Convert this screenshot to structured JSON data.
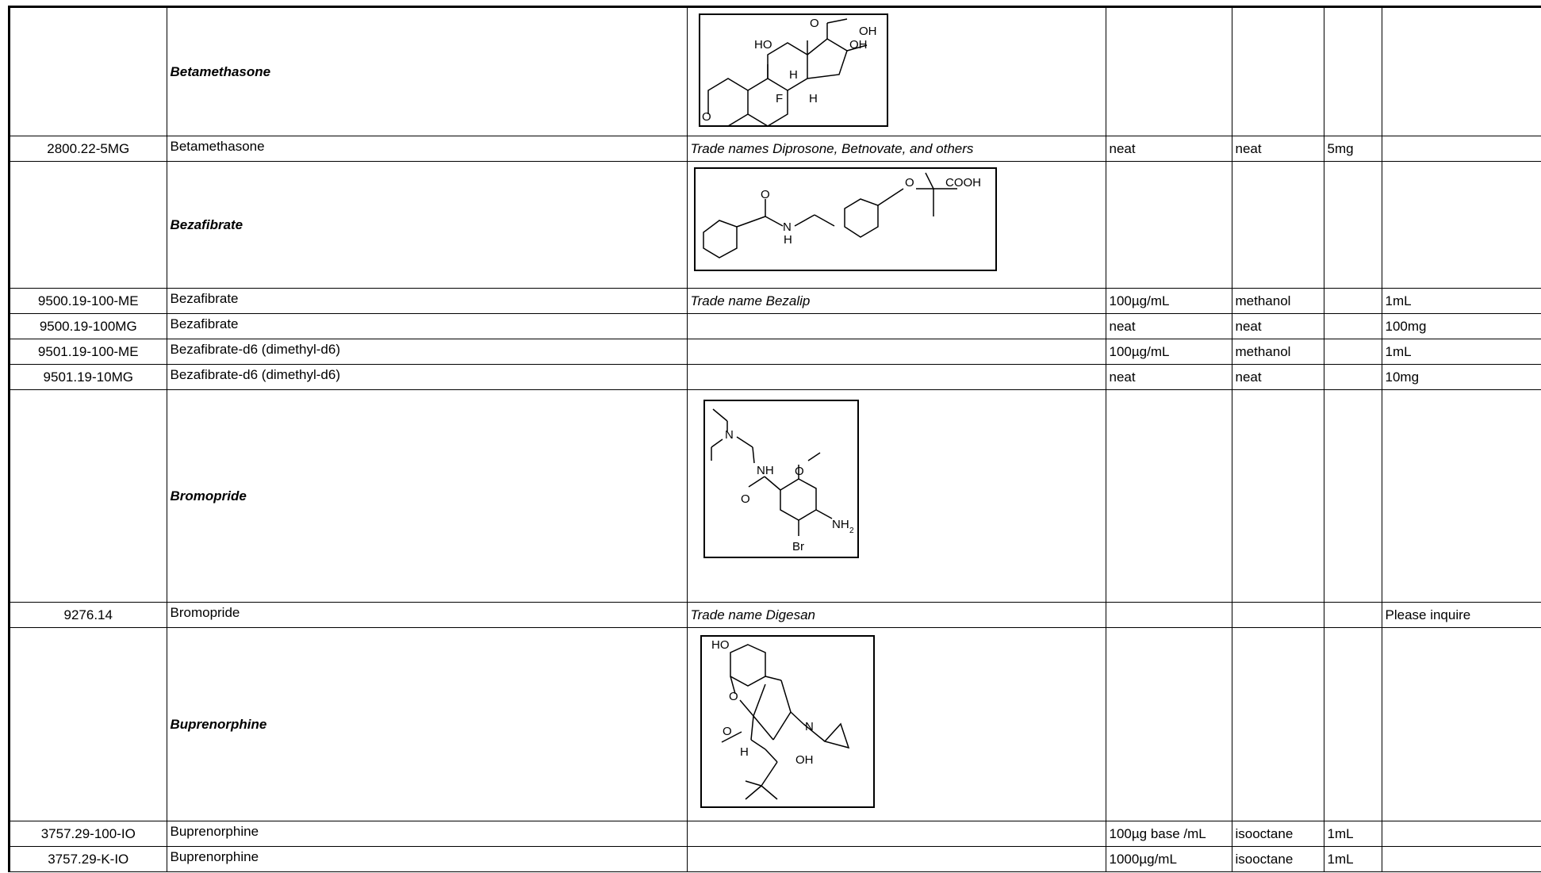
{
  "compounds": [
    {
      "name": "Betamethasone",
      "structure_labels": [
        "O",
        "OH",
        "HO",
        "OH",
        "H",
        "F",
        "H",
        "O"
      ],
      "rows": [
        {
          "code": "2800.22-5MG",
          "product": "Betamethasone",
          "note": "Trade names Diprosone, Betnovate, and others",
          "conc": "neat",
          "solvent": "neat",
          "col7": "5mg",
          "col8": ""
        }
      ]
    },
    {
      "name": "Bezafibrate",
      "structure_labels": [
        "O",
        "COOH",
        "O",
        "N",
        "H"
      ],
      "rows": [
        {
          "code": "9500.19-100-ME",
          "product": "Bezafibrate",
          "note": "Trade name Bezalip",
          "conc": "100µg/mL",
          "solvent": "methanol",
          "col7": "",
          "col8": "1mL"
        },
        {
          "code": "9500.19-100MG",
          "product": "Bezafibrate",
          "note": "",
          "conc": "neat",
          "solvent": "neat",
          "col7": "",
          "col8": "100mg"
        },
        {
          "code": "9501.19-100-ME",
          "product": "Bezafibrate-d6 (dimethyl-d6)",
          "note": "",
          "conc": "100µg/mL",
          "solvent": "methanol",
          "col7": "",
          "col8": "1mL"
        },
        {
          "code": "9501.19-10MG",
          "product": "Bezafibrate-d6 (dimethyl-d6)",
          "note": "",
          "conc": "neat",
          "solvent": "neat",
          "col7": "",
          "col8": "10mg"
        }
      ]
    },
    {
      "name": "Bromopride",
      "structure_labels": [
        "N",
        "NH",
        "O",
        "O",
        "NH",
        "2",
        "Br"
      ],
      "rows": [
        {
          "code": "9276.14",
          "product": "Bromopride",
          "note": "Trade name Digesan",
          "conc": "",
          "solvent": "",
          "col7": "",
          "col8": "Please inquire"
        }
      ]
    },
    {
      "name": "Buprenorphine",
      "structure_labels": [
        "HO",
        "O",
        "O",
        "N",
        "H",
        "OH"
      ],
      "rows": [
        {
          "code": "3757.29-100-IO",
          "product": "Buprenorphine",
          "note": "",
          "conc": "100µg base /mL",
          "solvent": "isooctane",
          "col7": "1mL",
          "col8": ""
        },
        {
          "code": "3757.29-K-IO",
          "product": "Buprenorphine",
          "note": "",
          "conc": "1000µg/mL",
          "solvent": "isooctane",
          "col7": "1mL",
          "col8": ""
        }
      ]
    }
  ]
}
